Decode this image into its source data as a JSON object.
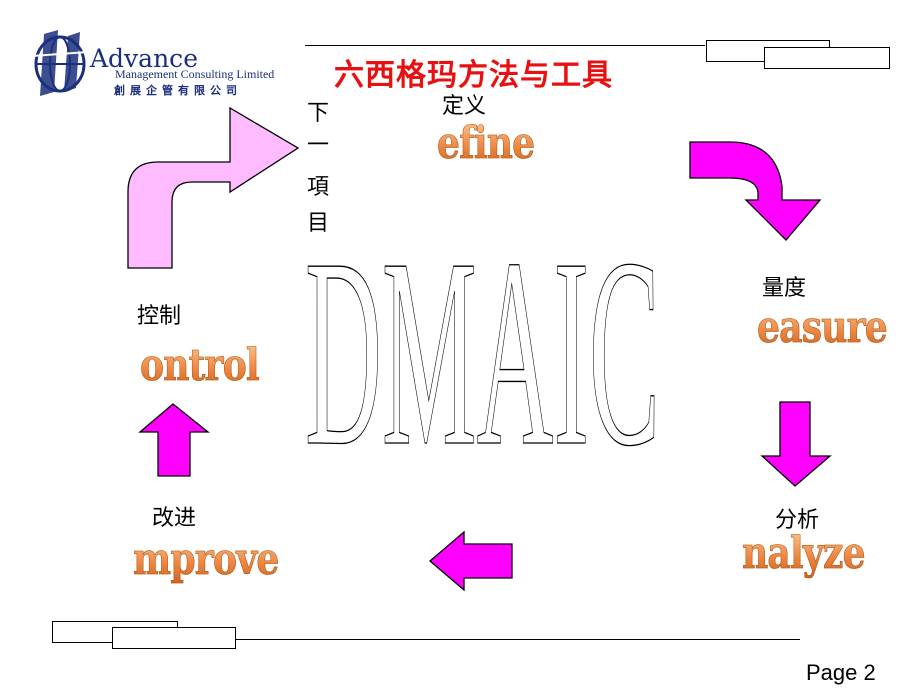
{
  "header": {
    "logo_name": "Advance",
    "logo_sub": "Management Consulting Limited",
    "logo_cn": "創展企管有限公司",
    "title": "六西格玛方法与工具"
  },
  "center_word": "DMAIC",
  "next_item": [
    "下",
    "一",
    "項",
    "目"
  ],
  "steps": {
    "define": {
      "cn": "定义",
      "word": "efine"
    },
    "measure": {
      "cn": "量度",
      "word": "easure"
    },
    "analyze": {
      "cn": "分析",
      "word": "nalyze"
    },
    "improve": {
      "cn": "改进",
      "word": "mprove"
    },
    "control": {
      "cn": "控制",
      "word": "ontrol"
    }
  },
  "footer": {
    "page": "Page 2"
  },
  "colors": {
    "title": "#e81010",
    "arrow_magenta": "#ff00ff",
    "arrow_pink": "#ffbbff",
    "logo_blue": "#1b2f7d",
    "word_orange": "#ee8844"
  }
}
